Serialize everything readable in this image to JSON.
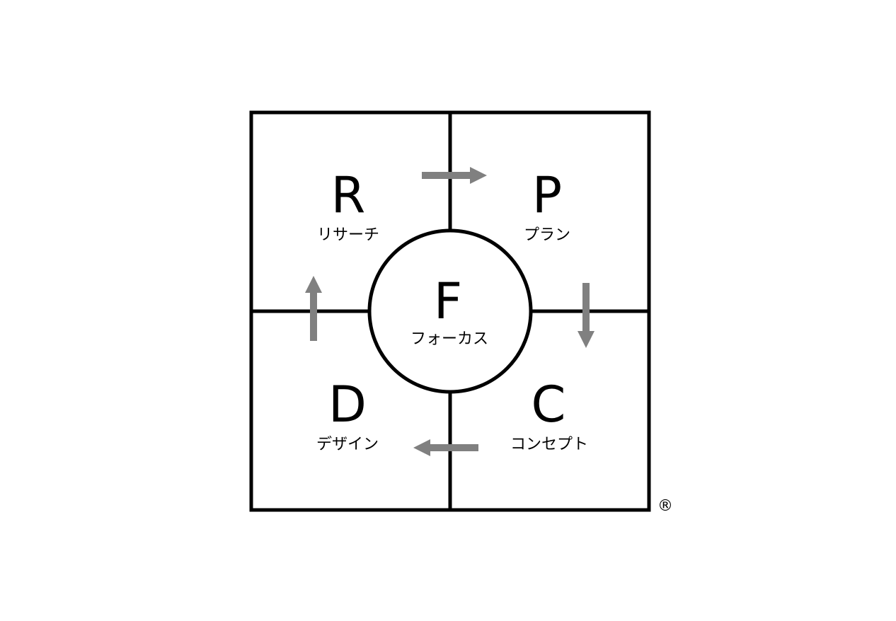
{
  "quadrants": {
    "research": {
      "letter": "R",
      "label": "リサーチ"
    },
    "plan": {
      "letter": "P",
      "label": "プラン"
    },
    "concept": {
      "letter": "C",
      "label": "コンセプト"
    },
    "design": {
      "letter": "D",
      "label": "デザイン"
    }
  },
  "center": {
    "letter": "F",
    "label": "フォーカス"
  },
  "registered_mark": "®",
  "colors": {
    "line": "#000000",
    "arrow": "#808080",
    "background": "#ffffff"
  },
  "icons": {
    "arrow_research_to_plan": "arrow-right-icon",
    "arrow_plan_to_concept": "arrow-down-icon",
    "arrow_concept_to_design": "arrow-left-icon",
    "arrow_design_to_research": "arrow-up-icon"
  }
}
